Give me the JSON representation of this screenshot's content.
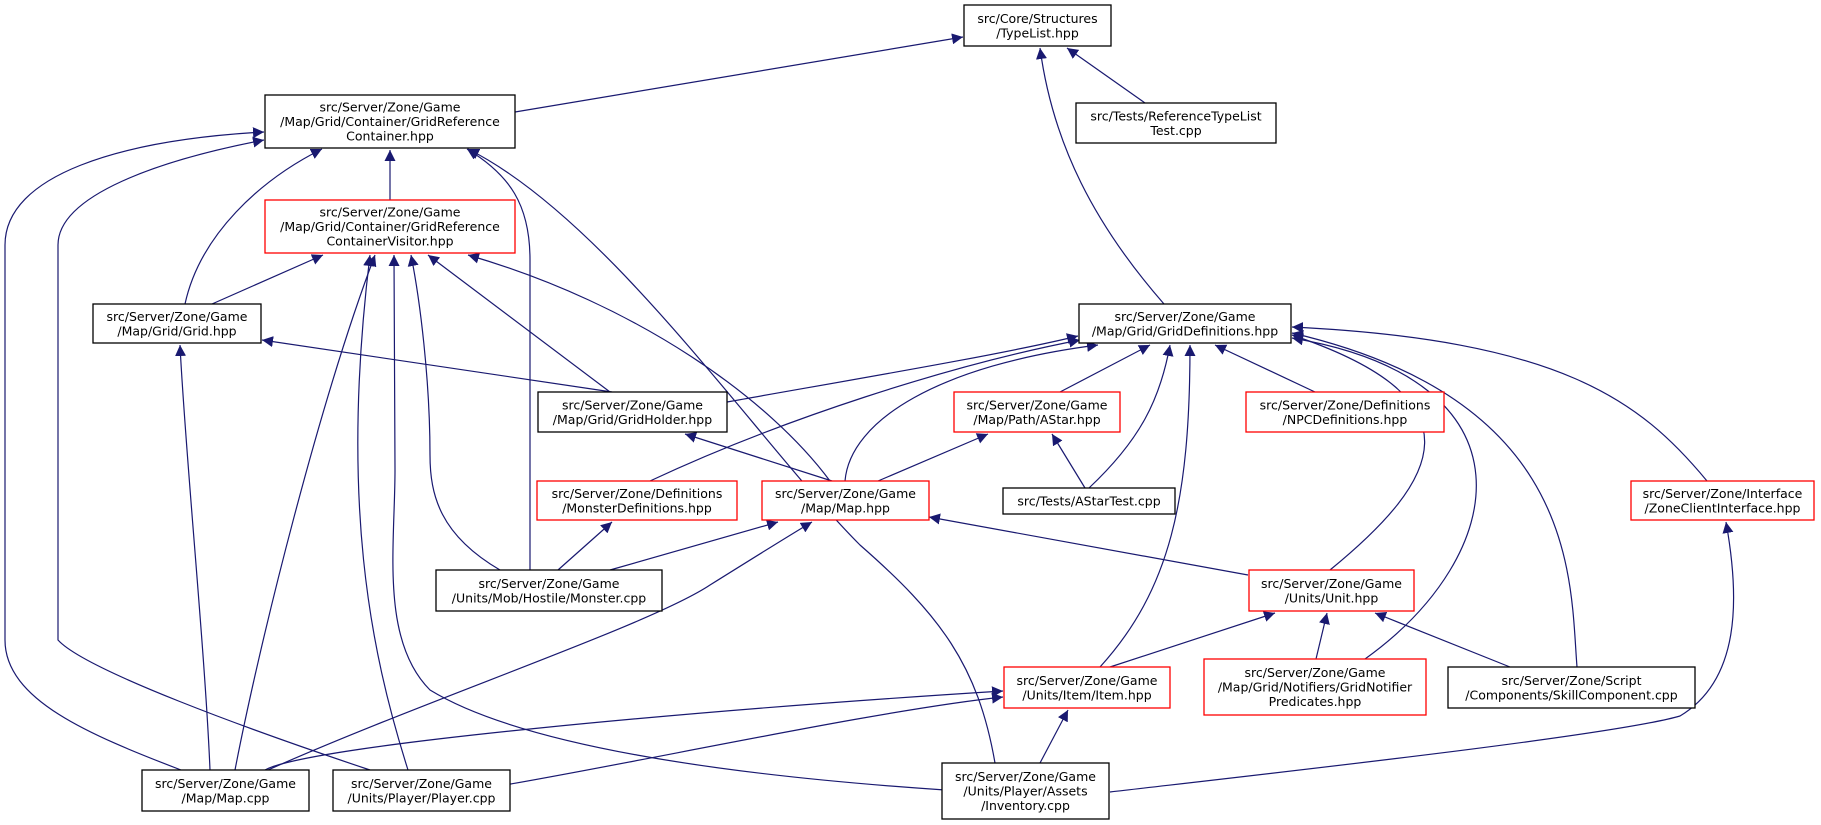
{
  "colors": {
    "edge": "#191970",
    "border_normal": "#000000",
    "border_red": "#ff0000",
    "fill_root": "#bfbfbf",
    "fill_default": "#ffffff"
  },
  "nodes": [
    {
      "id": "typelist",
      "lines": [
        "src/Core/Structures",
        "/TypeList.hpp"
      ],
      "style": "root"
    },
    {
      "id": "gridref",
      "lines": [
        "src/Server/Zone/Game",
        "/Map/Grid/Container/GridReference",
        "Container.hpp"
      ],
      "style": "normal"
    },
    {
      "id": "reftest",
      "lines": [
        "src/Tests/ReferenceTypeList",
        "Test.cpp"
      ],
      "style": "normal"
    },
    {
      "id": "gridrefvis",
      "lines": [
        "src/Server/Zone/Game",
        "/Map/Grid/Container/GridReference",
        "ContainerVisitor.hpp"
      ],
      "style": "red"
    },
    {
      "id": "grid",
      "lines": [
        "src/Server/Zone/Game",
        "/Map/Grid/Grid.hpp"
      ],
      "style": "normal"
    },
    {
      "id": "griddef",
      "lines": [
        "src/Server/Zone/Game",
        "/Map/Grid/GridDefinitions.hpp"
      ],
      "style": "normal"
    },
    {
      "id": "gridholder",
      "lines": [
        "src/Server/Zone/Game",
        "/Map/Grid/GridHolder.hpp"
      ],
      "style": "normal"
    },
    {
      "id": "astar",
      "lines": [
        "src/Server/Zone/Game",
        "/Map/Path/AStar.hpp"
      ],
      "style": "red"
    },
    {
      "id": "npcdef",
      "lines": [
        "src/Server/Zone/Definitions",
        "/NPCDefinitions.hpp"
      ],
      "style": "red"
    },
    {
      "id": "monsterdef",
      "lines": [
        "src/Server/Zone/Definitions",
        "/MonsterDefinitions.hpp"
      ],
      "style": "red"
    },
    {
      "id": "maphpp",
      "lines": [
        "src/Server/Zone/Game",
        "/Map/Map.hpp"
      ],
      "style": "red"
    },
    {
      "id": "astartest",
      "lines": [
        "src/Tests/AStarTest.cpp"
      ],
      "style": "normal"
    },
    {
      "id": "zoneclient",
      "lines": [
        "src/Server/Zone/Interface",
        "/ZoneClientInterface.hpp"
      ],
      "style": "red"
    },
    {
      "id": "monster",
      "lines": [
        "src/Server/Zone/Game",
        "/Units/Mob/Hostile/Monster.cpp"
      ],
      "style": "normal"
    },
    {
      "id": "unit",
      "lines": [
        "src/Server/Zone/Game",
        "/Units/Unit.hpp"
      ],
      "style": "red"
    },
    {
      "id": "item",
      "lines": [
        "src/Server/Zone/Game",
        "/Units/Item/Item.hpp"
      ],
      "style": "red"
    },
    {
      "id": "gridnotifier",
      "lines": [
        "src/Server/Zone/Game",
        "/Map/Grid/Notifiers/GridNotifier",
        "Predicates.hpp"
      ],
      "style": "red"
    },
    {
      "id": "skill",
      "lines": [
        "src/Server/Zone/Script",
        "/Components/SkillComponent.cpp"
      ],
      "style": "normal"
    },
    {
      "id": "mapcpp",
      "lines": [
        "src/Server/Zone/Game",
        "/Map/Map.cpp"
      ],
      "style": "normal"
    },
    {
      "id": "player",
      "lines": [
        "src/Server/Zone/Game",
        "/Units/Player/Player.cpp"
      ],
      "style": "normal"
    },
    {
      "id": "inventory",
      "lines": [
        "src/Server/Zone/Game",
        "/Units/Player/Assets",
        "/Inventory.cpp"
      ],
      "style": "normal"
    }
  ],
  "edges": [
    {
      "from": "gridref",
      "to": "typelist"
    },
    {
      "from": "reftest",
      "to": "typelist"
    },
    {
      "from": "griddef",
      "to": "typelist"
    },
    {
      "from": "gridrefvis",
      "to": "gridref"
    },
    {
      "from": "grid",
      "to": "gridref"
    },
    {
      "from": "monster",
      "to": "gridref"
    },
    {
      "from": "inventory",
      "to": "gridref"
    },
    {
      "from": "mapcpp",
      "to": "gridref"
    },
    {
      "from": "player",
      "to": "gridref"
    },
    {
      "from": "grid",
      "to": "gridrefvis"
    },
    {
      "from": "gridholder",
      "to": "gridrefvis"
    },
    {
      "from": "maphpp",
      "to": "gridrefvis"
    },
    {
      "from": "monster",
      "to": "gridrefvis"
    },
    {
      "from": "mapcpp",
      "to": "gridrefvis"
    },
    {
      "from": "player",
      "to": "gridrefvis"
    },
    {
      "from": "inventory",
      "to": "gridrefvis"
    },
    {
      "from": "gridholder",
      "to": "grid"
    },
    {
      "from": "mapcpp",
      "to": "grid"
    },
    {
      "from": "gridholder",
      "to": "griddef"
    },
    {
      "from": "astar",
      "to": "griddef"
    },
    {
      "from": "npcdef",
      "to": "griddef"
    },
    {
      "from": "monsterdef",
      "to": "griddef"
    },
    {
      "from": "maphpp",
      "to": "griddef"
    },
    {
      "from": "astartest",
      "to": "griddef"
    },
    {
      "from": "item",
      "to": "griddef"
    },
    {
      "from": "unit",
      "to": "griddef"
    },
    {
      "from": "gridnotifier",
      "to": "griddef"
    },
    {
      "from": "skill",
      "to": "griddef"
    },
    {
      "from": "zoneclient",
      "to": "griddef"
    },
    {
      "from": "maphpp",
      "to": "gridholder"
    },
    {
      "from": "maphpp",
      "to": "astar"
    },
    {
      "from": "astartest",
      "to": "astar"
    },
    {
      "from": "monster",
      "to": "monsterdef"
    },
    {
      "from": "monster",
      "to": "maphpp"
    },
    {
      "from": "mapcpp",
      "to": "maphpp"
    },
    {
      "from": "unit",
      "to": "maphpp"
    },
    {
      "from": "inventory",
      "to": "zoneclient"
    },
    {
      "from": "item",
      "to": "unit"
    },
    {
      "from": "gridnotifier",
      "to": "unit"
    },
    {
      "from": "skill",
      "to": "unit"
    },
    {
      "from": "mapcpp",
      "to": "item"
    },
    {
      "from": "player",
      "to": "item"
    },
    {
      "from": "inventory",
      "to": "item"
    }
  ]
}
